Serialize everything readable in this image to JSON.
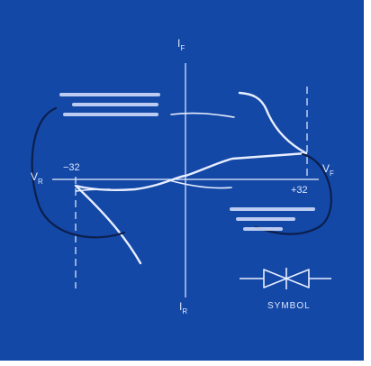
{
  "colors": {
    "background": "#1448a6",
    "line": "#e7eeff",
    "label": "#dfe8ff"
  },
  "axes": {
    "forward_current": "I",
    "forward_current_sub": "F",
    "reverse_current": "I",
    "reverse_current_sub": "R",
    "reverse_voltage": "V",
    "reverse_voltage_sub": "R",
    "forward_voltage": "V",
    "forward_voltage_sub": "F"
  },
  "ticks": {
    "negative": "−32",
    "positive": "+32"
  },
  "annotations": {
    "upper_text": "",
    "lower_text": ""
  },
  "symbol": {
    "label": "SYMBOL",
    "icon": "bidirectional-diode-symbol"
  }
}
